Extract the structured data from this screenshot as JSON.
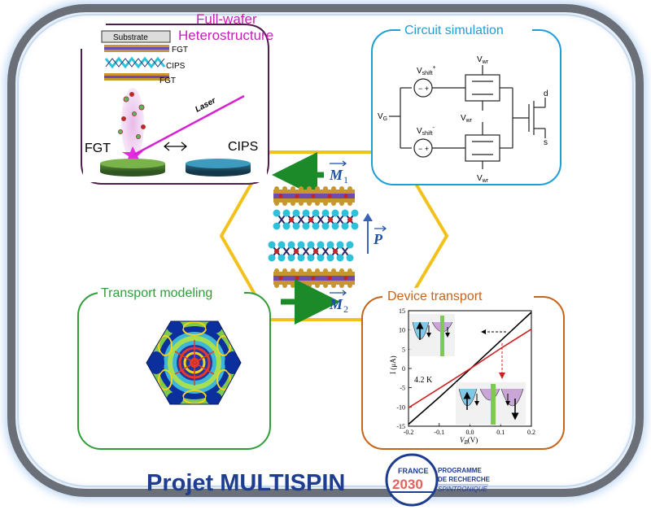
{
  "panels": {
    "full_wafer": {
      "title_line1": "Full-wafer",
      "title_line2": "Heterostructure",
      "substrate": "Substrate",
      "layer_top": "FGT",
      "layer_mid": "CIPS",
      "layer_bot": "FGT",
      "laser": "Laser",
      "target_left": "FGT",
      "target_right": "CIPS"
    },
    "circuit": {
      "title": "Circuit simulation",
      "vshift_plus": "V",
      "vshift_plus_sub": "shift",
      "vshift_plus_sup": "+",
      "vshift_minus": "V",
      "vshift_minus_sub": "shift",
      "vshift_minus_sup": "-",
      "vg": "V",
      "vg_sub": "G",
      "vwr": "V",
      "vwr_sub": "wr",
      "terminal_d": "d",
      "terminal_s": "s"
    },
    "transport_model": {
      "title": "Transport modeling"
    },
    "device": {
      "title": "Device transport",
      "ylabel": "I (μA)",
      "xlabel": "V",
      "xlabel_sub": "B",
      "xlabel_unit": "(V)",
      "temperature": "4.2 K",
      "yticks": [
        "15",
        "10",
        "5",
        "0",
        "-5",
        "-10",
        "-15"
      ],
      "xticks": [
        "-0.2",
        "-0.1",
        "0.0",
        "0.1",
        "0.2"
      ]
    },
    "center": {
      "m1": "M",
      "m1_sub": "1",
      "m2": "M",
      "m2_sub": "2",
      "p": "P"
    }
  },
  "footer": {
    "project": "Projet MULTISPIN",
    "logo_top": "FRANCE",
    "logo_year": "2030",
    "programme_line1": "PROGRAMME",
    "programme_line2": "DE RECHERCHE",
    "programme_line3": "SPINTRONIQUE"
  },
  "colors": {
    "frame": "#6a6f78",
    "frame_glow": "#9cc3ee",
    "hexagon": "#f2c11c",
    "full_wafer_title": "#c51fb8",
    "circuit_title": "#1d9fd6",
    "transport_title": "#2f9e3a",
    "device_title": "#c6641a",
    "arrow_m": "#1d8a2a",
    "arrow_p": "#3a63b8",
    "project_title": "#1f3d8f"
  },
  "chart_data": {
    "type": "line",
    "title": "",
    "xlabel": "V_B (V)",
    "ylabel": "I (μA)",
    "xlim": [
      -0.2,
      0.2
    ],
    "ylim": [
      -15,
      15
    ],
    "x_ticks": [
      -0.2,
      -0.1,
      0.0,
      0.1,
      0.2
    ],
    "y_ticks": [
      -15,
      -10,
      -5,
      0,
      5,
      10,
      15
    ],
    "annotation": "4.2 K",
    "series": [
      {
        "color": "#000000",
        "x": [
          -0.2,
          -0.1,
          0.0,
          0.1,
          0.2
        ],
        "y": [
          -14.5,
          -7.5,
          -0.2,
          7.2,
          14.6
        ]
      },
      {
        "color": "#d21f1f",
        "x": [
          -0.2,
          -0.1,
          0.0,
          0.1,
          0.2
        ],
        "y": [
          -10.2,
          -5.2,
          -0.1,
          5.2,
          10.2
        ]
      }
    ]
  }
}
